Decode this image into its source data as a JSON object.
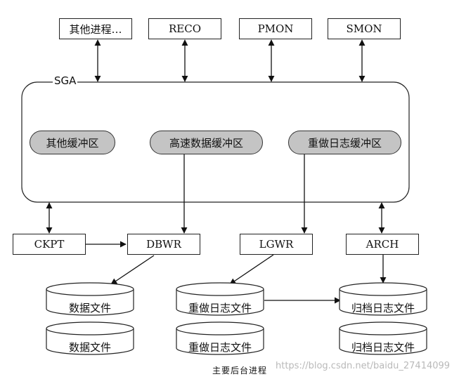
{
  "top_processes": [
    "其他进程…",
    "RECO",
    "PMON",
    "SMON"
  ],
  "sga": {
    "label": "SGA",
    "buffers": [
      "其他缓冲区",
      "高速数据缓冲区",
      "重做日志缓冲区"
    ]
  },
  "background_processes": [
    "CKPT",
    "DBWR",
    "LGWR",
    "ARCH"
  ],
  "files": {
    "data": [
      "数据文件",
      "数据文件"
    ],
    "redo": [
      "重做日志文件",
      "重做日志文件"
    ],
    "archive": [
      "归档日志文件",
      "归档日志文件"
    ]
  },
  "caption": "主要后台进程",
  "watermark": "https://blog.csdn.net/baidu_27414099"
}
